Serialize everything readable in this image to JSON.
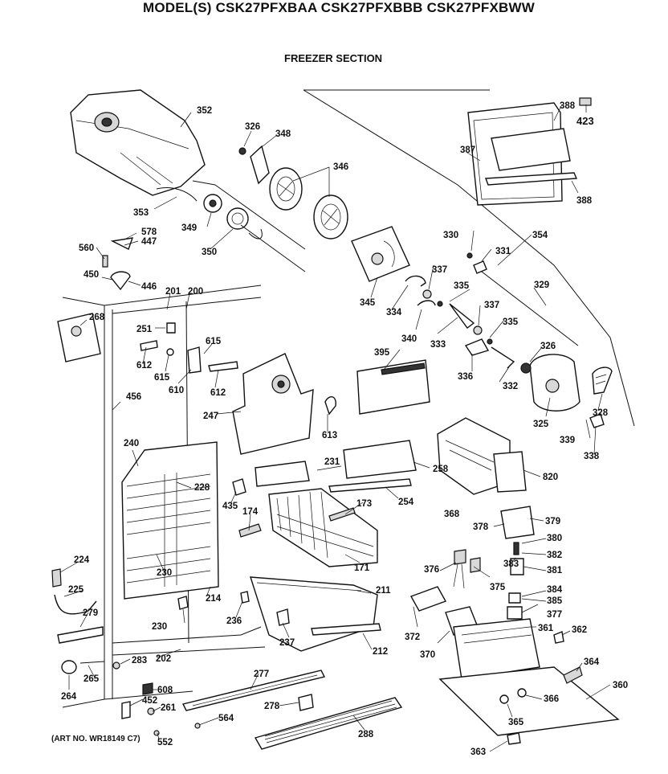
{
  "header": {
    "models": "MODEL(S) CSK27PFXBAA  CSK27PFXBBB  CSK27PFXBWW",
    "section": "FREEZER SECTION"
  },
  "footer": {
    "art_no": "(ART NO. WR18149 C7)"
  },
  "callouts": [
    "352",
    "326",
    "348",
    "346",
    "388",
    "423",
    "387",
    "388",
    "353",
    "349",
    "350",
    "578",
    "447",
    "560",
    "450",
    "446",
    "201",
    "200",
    "268",
    "251",
    "612",
    "615",
    "615",
    "610",
    "612",
    "456",
    "240",
    "247",
    "613",
    "395",
    "330",
    "331",
    "354",
    "337",
    "335",
    "329",
    "337",
    "335",
    "334",
    "340",
    "345",
    "333",
    "336",
    "332",
    "326",
    "325",
    "328",
    "339",
    "338",
    "231",
    "258",
    "820",
    "435",
    "174",
    "228",
    "173",
    "254",
    "368",
    "378",
    "379",
    "380",
    "382",
    "381",
    "383",
    "376",
    "375",
    "384",
    "385",
    "377",
    "171",
    "211",
    "224",
    "225",
    "279",
    "230",
    "214",
    "230",
    "236",
    "237",
    "372",
    "370",
    "361",
    "362",
    "212",
    "202",
    "364",
    "265",
    "264",
    "283",
    "277",
    "608",
    "452",
    "261",
    "360",
    "366",
    "365",
    "278",
    "564",
    "552",
    "288",
    "363"
  ]
}
